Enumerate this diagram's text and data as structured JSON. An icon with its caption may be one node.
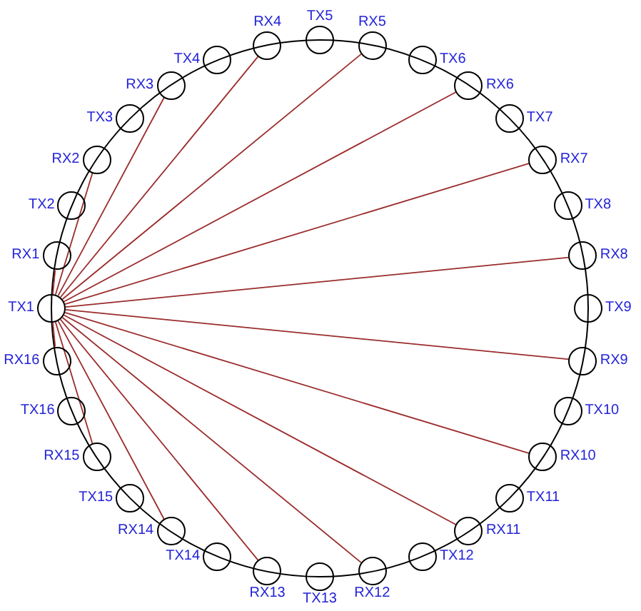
{
  "diagram": {
    "nodes": [
      {
        "text": [
          "TX1"
        ]
      },
      {
        "text": [
          "RX1"
        ]
      },
      {
        "text": [
          "TX2"
        ]
      },
      {
        "text": [
          "RX2"
        ]
      },
      {
        "text": [
          "TX3"
        ]
      },
      {
        "text": [
          "RX3"
        ]
      },
      {
        "text": [
          "TX4"
        ]
      },
      {
        "text": [
          "RX4"
        ]
      },
      {
        "text": [
          "TX5"
        ]
      },
      {
        "text": [
          "RX5"
        ]
      },
      {
        "text": [
          "TX6"
        ]
      },
      {
        "text": [
          "RX6"
        ]
      },
      {
        "text": [
          "TX7"
        ]
      },
      {
        "text": [
          "RX7"
        ]
      },
      {
        "text": [
          "TX8"
        ]
      },
      {
        "text": [
          "RX8"
        ]
      },
      {
        "text": [
          "TX9"
        ]
      },
      {
        "text": [
          "RX9"
        ]
      },
      {
        "text": [
          "TX10"
        ]
      },
      {
        "text": [
          "RX10"
        ]
      },
      {
        "text": [
          "TX11"
        ]
      },
      {
        "text": [
          "RX11"
        ]
      },
      {
        "text": [
          "TX12"
        ]
      },
      {
        "text": [
          "RX12"
        ]
      },
      {
        "text": [
          "TX13"
        ]
      },
      {
        "text": [
          "RX13"
        ]
      },
      {
        "text": [
          "TX14"
        ]
      },
      {
        "text": [
          "RX14"
        ]
      },
      {
        "text": [
          "TX15"
        ]
      },
      {
        "text": [
          "RX15"
        ]
      },
      {
        "text": [
          "TX16"
        ]
      },
      {
        "text": [
          "RX16"
        ]
      }
    ],
    "edges": [
      {
        "from": 0,
        "to": 1,
        "arrow": "none"
      },
      {
        "from": 0,
        "to": 3,
        "arrow": "none"
      },
      {
        "from": 0,
        "to": 5,
        "arrow": "none"
      },
      {
        "from": 0,
        "to": 7,
        "arrow": "none"
      },
      {
        "from": 0,
        "to": 9,
        "arrow": "none"
      },
      {
        "from": 0,
        "to": 11,
        "arrow": "none"
      },
      {
        "from": 0,
        "to": 13,
        "arrow": "none"
      },
      {
        "from": 0,
        "to": 15,
        "arrow": "none"
      },
      {
        "from": 0,
        "to": 17,
        "arrow": "none"
      },
      {
        "from": 0,
        "to": 19,
        "arrow": "none"
      },
      {
        "from": 0,
        "to": 21,
        "arrow": "none"
      },
      {
        "from": 0,
        "to": 23,
        "arrow": "none"
      },
      {
        "from": 0,
        "to": 25,
        "arrow": "none"
      },
      {
        "from": 0,
        "to": 27,
        "arrow": "none"
      },
      {
        "from": 0,
        "to": 29,
        "arrow": "none"
      },
      {
        "from": 0,
        "to": 31,
        "arrow": "none"
      }
    ]
  }
}
